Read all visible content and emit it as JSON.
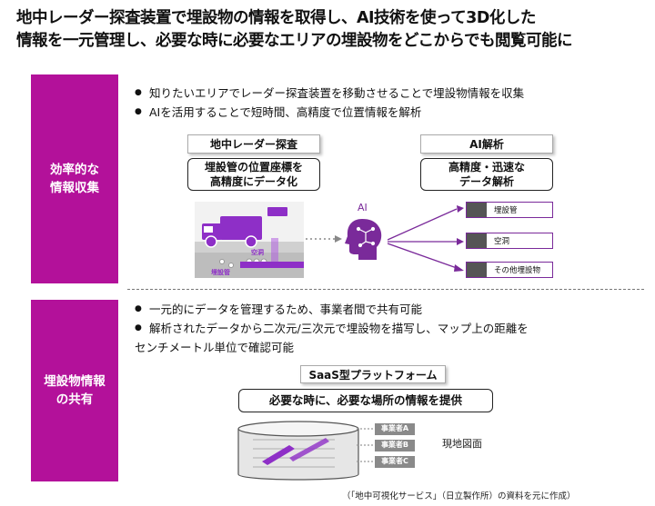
{
  "title": {
    "line1": "地中レーダー探査装置で埋設物の情報を取得し、AI技術を使って3D化した",
    "line2": "情報を一元管理し、必要な時に必要なエリアの埋設物をどこからでも閲覧可能に"
  },
  "section1": {
    "label_line1": "効率的な",
    "label_line2": "情報収集",
    "bullets": [
      "知りたいエリアでレーダー探査装置を移動させることで埋設物情報を収集",
      "AIを活用することで短時間、高精度で位置情報を解析"
    ],
    "radar": {
      "header": "地中レーダー探査",
      "desc_line1": "埋設管の位置座標を",
      "desc_line2": "高精度にデータ化"
    },
    "scene": {
      "void_label": "空洞",
      "pipe_label": "埋設管"
    },
    "ai": {
      "icon_label": "AI",
      "header": "AI解析",
      "desc_line1": "高精度・迅速な",
      "desc_line2": "データ解析"
    },
    "results": [
      "埋設管",
      "空洞",
      "その他埋設物"
    ]
  },
  "section2": {
    "label_line1": "埋設物情報",
    "label_line2": "の共有",
    "bullets": [
      "一元的にデータを管理するため、事業者間で共有可能",
      "解析されたデータから二次元/三次元で埋設物を描写し、マップ上の距離を"
    ],
    "bullet2_cont": "センチメートル単位で確認可能",
    "platform": {
      "header": "SaaS型プラットフォーム",
      "desc": "必要な時に、必要な場所の情報を提供"
    },
    "operators": [
      "事業者A",
      "事業者B",
      "事業者C"
    ],
    "map_label": "現地図面"
  },
  "footnote": "（「地中可視化サービス」（日立製作所）の資料を元に作成）",
  "colors": {
    "accent": "#b3119a",
    "purple": "#7a2a9a",
    "vehicle": "#8e2fc7"
  }
}
